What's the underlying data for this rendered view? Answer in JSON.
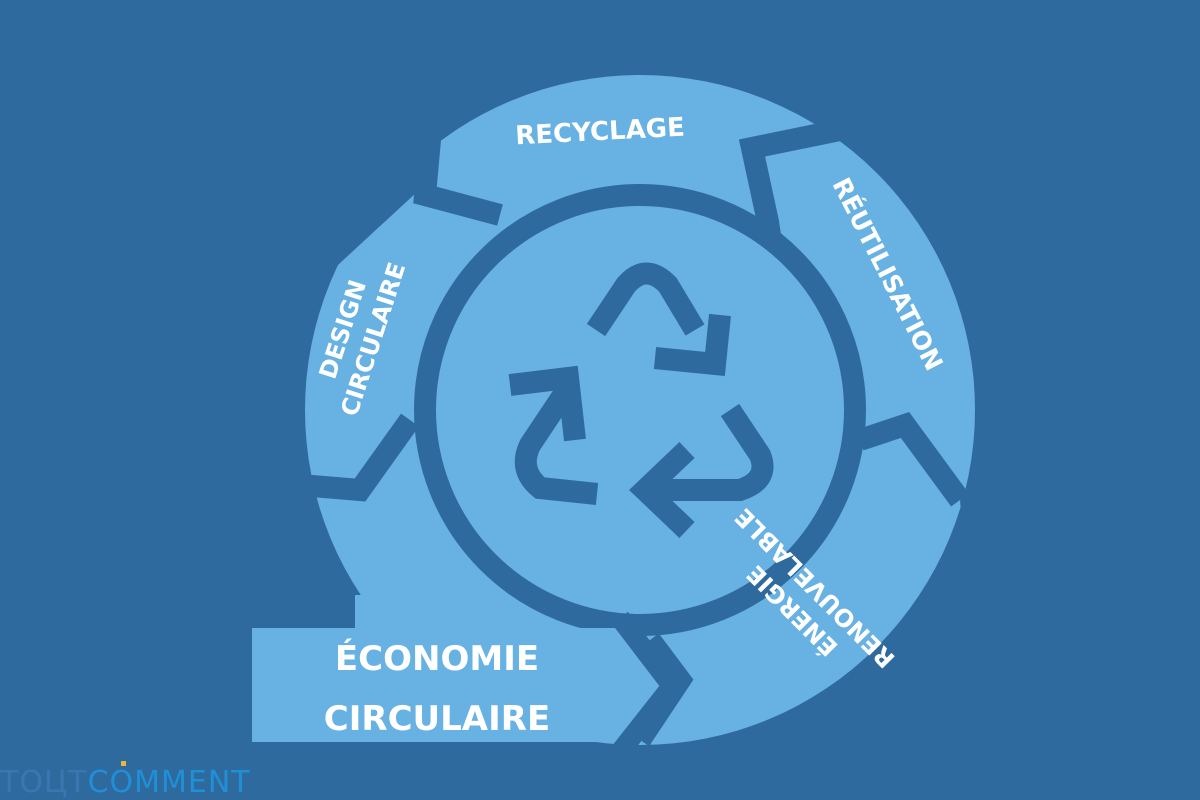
{
  "diagram": {
    "title": "ÉCONOMIE CIRCULAIRE",
    "title_lines": [
      "ÉCONOMIE",
      "CIRCULAIRE"
    ],
    "center_icon": "recycle-icon",
    "segments": [
      {
        "id": "recyclage",
        "label": "RECYCLAGE",
        "lines": [
          "RECYCLAGE"
        ]
      },
      {
        "id": "reutilisation",
        "label": "RÉUTILISATION",
        "lines": [
          "RÉUTILISATION"
        ]
      },
      {
        "id": "energie",
        "label": "ÉNERGIE RENOUVELABLE",
        "lines": [
          "ÉNERGIE",
          "RENOUVELABLE"
        ]
      },
      {
        "id": "design",
        "label": "DESIGN CIRCULAIRE",
        "lines": [
          "DESIGN",
          "CIRCULAIRE"
        ]
      }
    ],
    "colors": {
      "background": "#2f6a9f",
      "segment_fill": "#67b1e3",
      "outline": "#2f6a9f",
      "text": "#ffffff"
    }
  },
  "watermark": {
    "part1": "ТОЦТ",
    "part2": "COMMENT",
    "dot_color": "#f0b43c"
  }
}
